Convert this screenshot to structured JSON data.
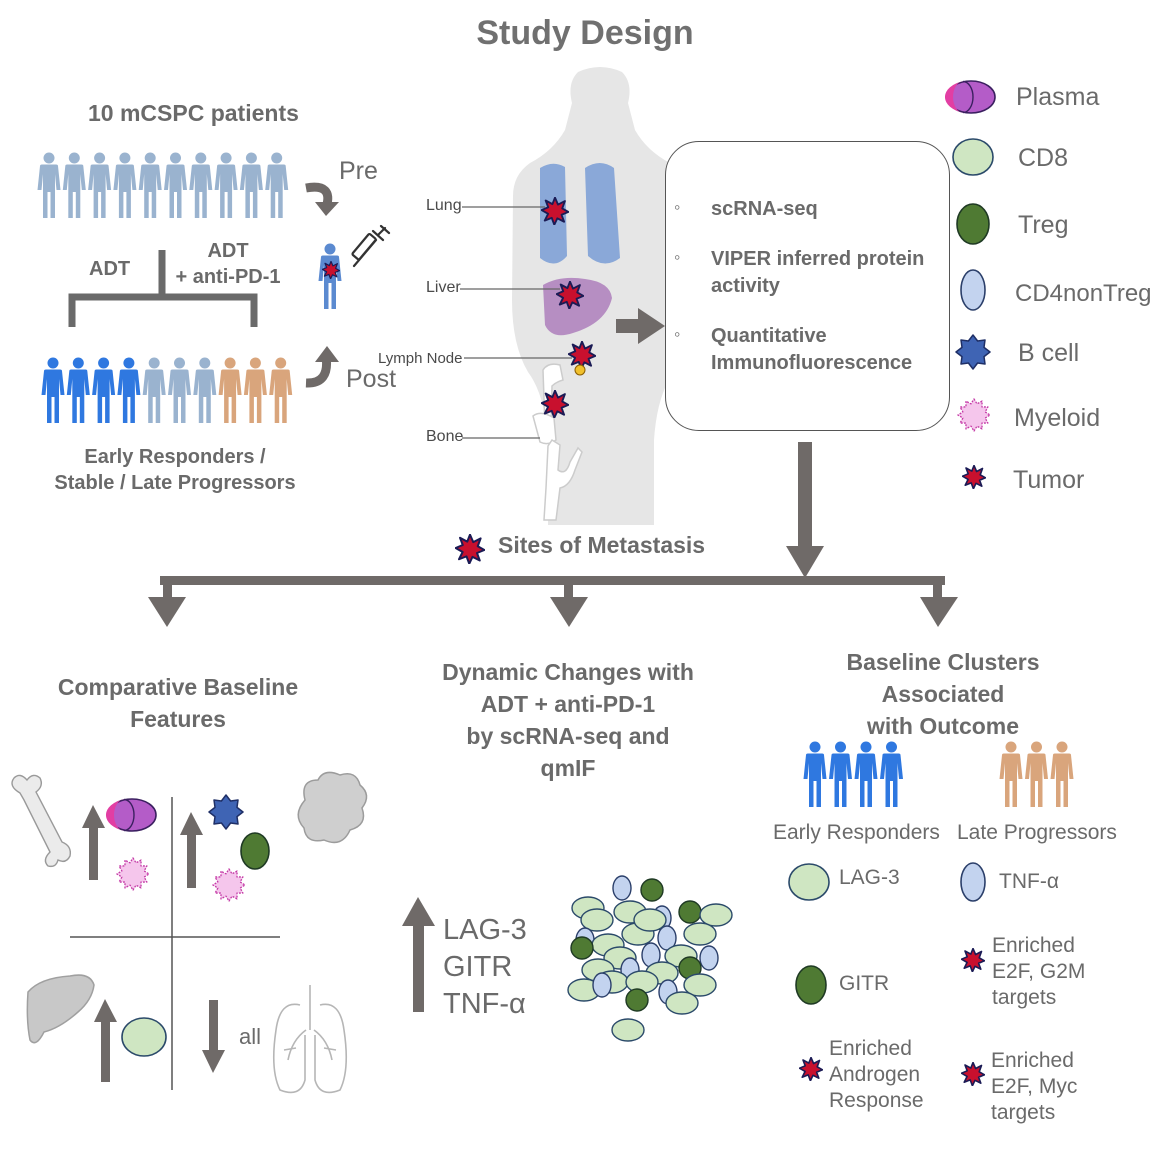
{
  "title": "Study Design",
  "patients": {
    "heading": "10 mCSPC patients",
    "pre_label": "Pre",
    "post_label": "Post",
    "arm_adt": "ADT",
    "arm_combo_line1": "ADT",
    "arm_combo_line2": "+ anti-PD-1",
    "outcome_line1": "Early Responders /",
    "outcome_line2": "Stable / Late Progressors",
    "colors": {
      "pre": "#9ab3cf",
      "early": "#2f78e0",
      "stable": "#9ab3cf",
      "late": "#d9a57c"
    },
    "icons": [
      "syringe-icon",
      "person-icon"
    ]
  },
  "body_sites": {
    "lung": "Lung",
    "liver": "Liver",
    "lymph_node": "Lymph Node",
    "bone": "Bone",
    "caption": "Sites of Metastasis"
  },
  "methods": {
    "items": [
      "scRNA-seq",
      "VIPER inferred protein activity",
      "Quantitative Immunofluorescence"
    ]
  },
  "legend": {
    "items": [
      {
        "label": "Plasma",
        "icon": "plasma-cell-icon",
        "color": "#b45cc8"
      },
      {
        "label": "CD8",
        "icon": "cd8-cell-icon",
        "color": "#cfe6c2"
      },
      {
        "label": "Treg",
        "icon": "treg-cell-icon",
        "color": "#4f7a33"
      },
      {
        "label": "CD4nonTreg",
        "icon": "cd4-cell-icon",
        "color": "#c3d3ef"
      },
      {
        "label": "B cell",
        "icon": "b-cell-icon",
        "color": "#3f64b4"
      },
      {
        "label": "Myeloid",
        "icon": "myeloid-cell-icon",
        "color": "#f5c6ec"
      },
      {
        "label": "Tumor",
        "icon": "tumor-icon",
        "color": "#c8102e"
      }
    ]
  },
  "panel_baseline": {
    "title_line1": "Comparative Baseline",
    "title_line2": "Features",
    "all_label": "all",
    "icons": [
      "bone-icon",
      "lymph-node-icon",
      "liver-icon",
      "lung-icon"
    ]
  },
  "panel_dynamic": {
    "title_line1": "Dynamic Changes with",
    "title_line2": "ADT + anti-PD-1",
    "title_line3": "by scRNA-seq and",
    "title_line4": "qmIF",
    "markers": [
      "LAG-3",
      "GITR",
      "TNF-α"
    ]
  },
  "panel_clusters": {
    "title_line1": "Baseline Clusters",
    "title_line2": "Associated",
    "title_line3": "with Outcome",
    "early_label": "Early Responders",
    "late_label": "Late Progressors",
    "lag3": "LAG-3",
    "tnfa": "TNF-α",
    "gitr": "GITR",
    "late_e2f_g2m": [
      "Enriched",
      "E2F, G2M",
      "targets"
    ],
    "early_androgen": [
      "Enriched",
      "Androgen",
      "Response"
    ],
    "late_e2f_myc": [
      "Enriched",
      "E2F, Myc",
      "targets"
    ]
  }
}
